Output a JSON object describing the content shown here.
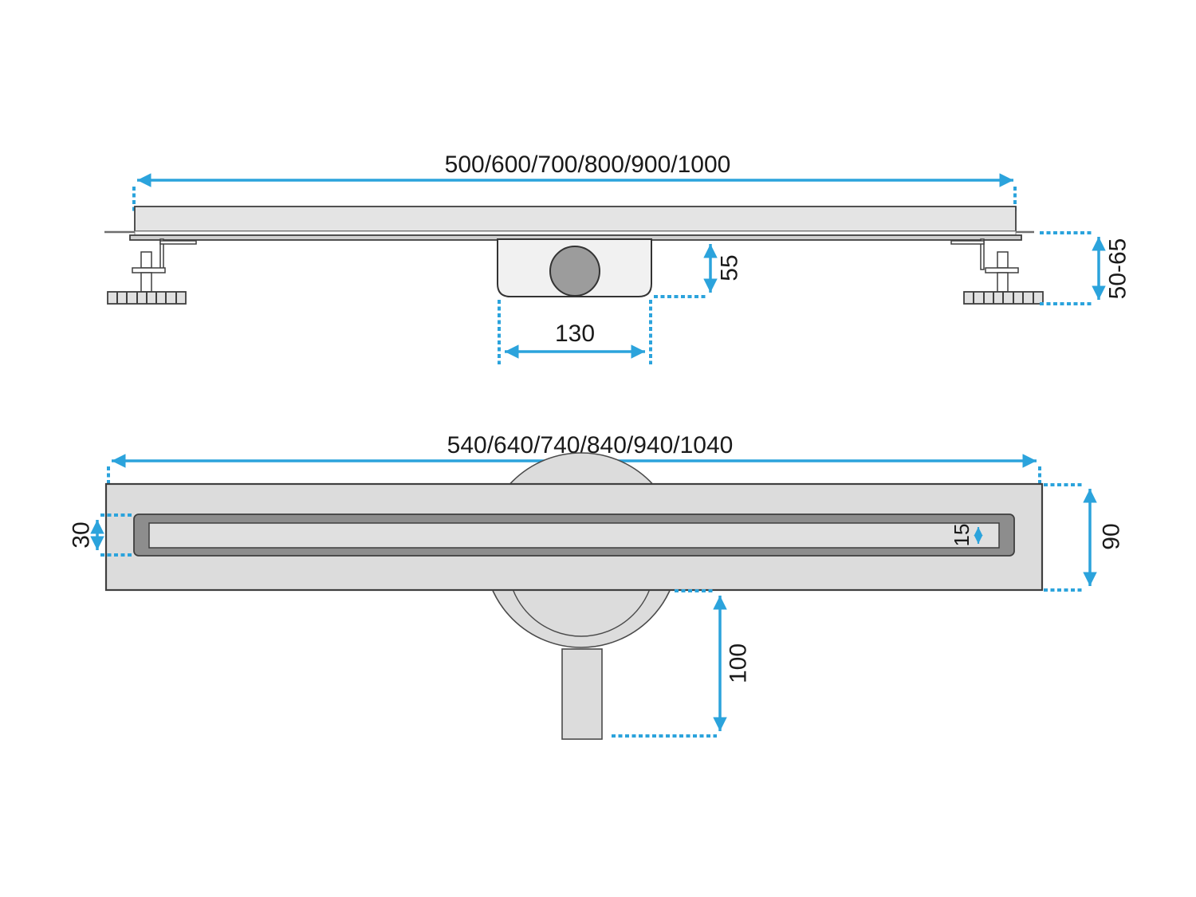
{
  "drawing": {
    "type": "technical-dimension-drawing",
    "subject": "linear shower drain, side elevation and plan view"
  },
  "colors": {
    "dimension_blue": "#2BA3DC",
    "outline_dark": "#3f3f3f",
    "text": "#1a1a1a",
    "channel_gray": "#e4e4e4",
    "flange_gray": "#cfcfcf",
    "plate_gray": "#dcdcdc",
    "grate_frame_gray": "#8d8d8d",
    "slot_gray": "#e0e0e0",
    "trap_fill": "#f1f1f1",
    "outlet_gray": "#9c9c9c"
  },
  "top_view": {
    "length_label": "500/600/700/800/900/1000",
    "trap_depth_label": "55",
    "trap_width_label": "130",
    "leg_height_label": "50-65"
  },
  "bottom_view": {
    "length_label": "540/640/740/840/940/1040",
    "grate_width_label": "30",
    "slot_width_label": "15",
    "body_width_label": "90",
    "outlet_offset_label": "100"
  }
}
